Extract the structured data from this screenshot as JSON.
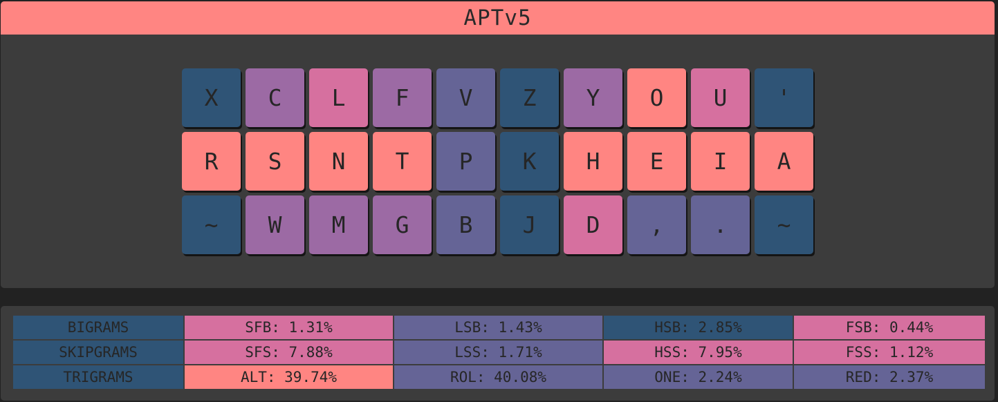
{
  "title": "APTv5",
  "colors": {
    "pink": "#d6709f",
    "red": "#ff8582",
    "purple": "#9c6aa4",
    "indigo": "#656496",
    "navy": "#2f5476"
  },
  "keyboard": {
    "rows": [
      [
        {
          "char": "X",
          "color": "navy"
        },
        {
          "char": "C",
          "color": "purple"
        },
        {
          "char": "L",
          "color": "pink"
        },
        {
          "char": "F",
          "color": "purple"
        },
        {
          "char": "V",
          "color": "indigo"
        },
        {
          "char": "Z",
          "color": "navy"
        },
        {
          "char": "Y",
          "color": "purple"
        },
        {
          "char": "O",
          "color": "red"
        },
        {
          "char": "U",
          "color": "pink"
        },
        {
          "char": "'",
          "color": "navy"
        }
      ],
      [
        {
          "char": "R",
          "color": "red"
        },
        {
          "char": "S",
          "color": "red"
        },
        {
          "char": "N",
          "color": "red"
        },
        {
          "char": "T",
          "color": "red"
        },
        {
          "char": "P",
          "color": "indigo"
        },
        {
          "char": "K",
          "color": "navy"
        },
        {
          "char": "H",
          "color": "red"
        },
        {
          "char": "E",
          "color": "red"
        },
        {
          "char": "I",
          "color": "red"
        },
        {
          "char": "A",
          "color": "red"
        }
      ],
      [
        {
          "char": "~",
          "color": "navy"
        },
        {
          "char": "W",
          "color": "purple"
        },
        {
          "char": "M",
          "color": "purple"
        },
        {
          "char": "G",
          "color": "purple"
        },
        {
          "char": "B",
          "color": "indigo"
        },
        {
          "char": "J",
          "color": "navy"
        },
        {
          "char": "D",
          "color": "pink"
        },
        {
          "char": ",",
          "color": "indigo"
        },
        {
          "char": ".",
          "color": "indigo"
        },
        {
          "char": "~",
          "color": "navy"
        }
      ]
    ]
  },
  "stats": {
    "rows": [
      {
        "label": "BIGRAMS",
        "cells": [
          {
            "text": "SFB: 1.31%",
            "color": "pink"
          },
          {
            "text": "LSB: 1.43%",
            "color": "indigo"
          },
          {
            "text": "HSB: 2.85%",
            "color": "navy"
          },
          {
            "text": "FSB: 0.44%",
            "color": "pink"
          }
        ]
      },
      {
        "label": "SKIPGRAMS",
        "cells": [
          {
            "text": "SFS: 7.88%",
            "color": "pink"
          },
          {
            "text": "LSS: 1.71%",
            "color": "indigo"
          },
          {
            "text": "HSS: 7.95%",
            "color": "pink"
          },
          {
            "text": "FSS: 1.12%",
            "color": "pink"
          }
        ]
      },
      {
        "label": "TRIGRAMS",
        "cells": [
          {
            "text": "ALT: 39.74%",
            "color": "red"
          },
          {
            "text": "ROL: 40.08%",
            "color": "indigo"
          },
          {
            "text": "ONE: 2.24%",
            "color": "indigo"
          },
          {
            "text": "RED: 2.37%",
            "color": "indigo"
          }
        ]
      }
    ]
  }
}
